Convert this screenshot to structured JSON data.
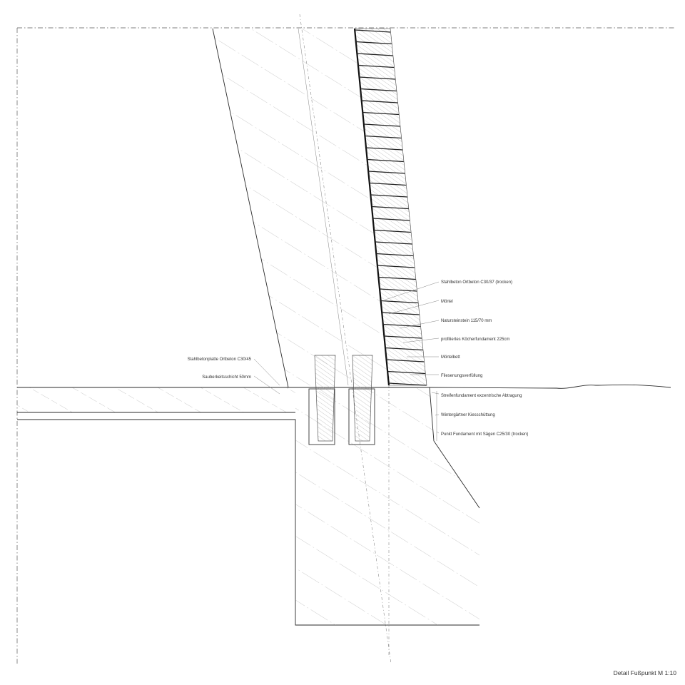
{
  "title": "Detail Fußpunkt M 1:10",
  "labels_right": [
    "Stahlbeton Ortbeton C30/37 (trocken)",
    "Mörtel",
    "Natursteinstein 115/70 mm",
    "profiliertes Köcherfundament 225cm",
    "Mörtelbett",
    "Fliesenungsverfüllung",
    "Streifenfundament exzentrische Abtragung",
    "Wintergärtner Kiesschüttung",
    "Punkt Fundament mit Sägen C25/30 (trocken)"
  ],
  "labels_left": [
    "Stahlbetonplatte Ortbeton C30/45",
    "Sauberkeitsschicht 50mm"
  ],
  "colors": {
    "line": "#2a2a2a",
    "hatch": "#9a9a9a",
    "text": "#333333",
    "background": "#ffffff"
  }
}
